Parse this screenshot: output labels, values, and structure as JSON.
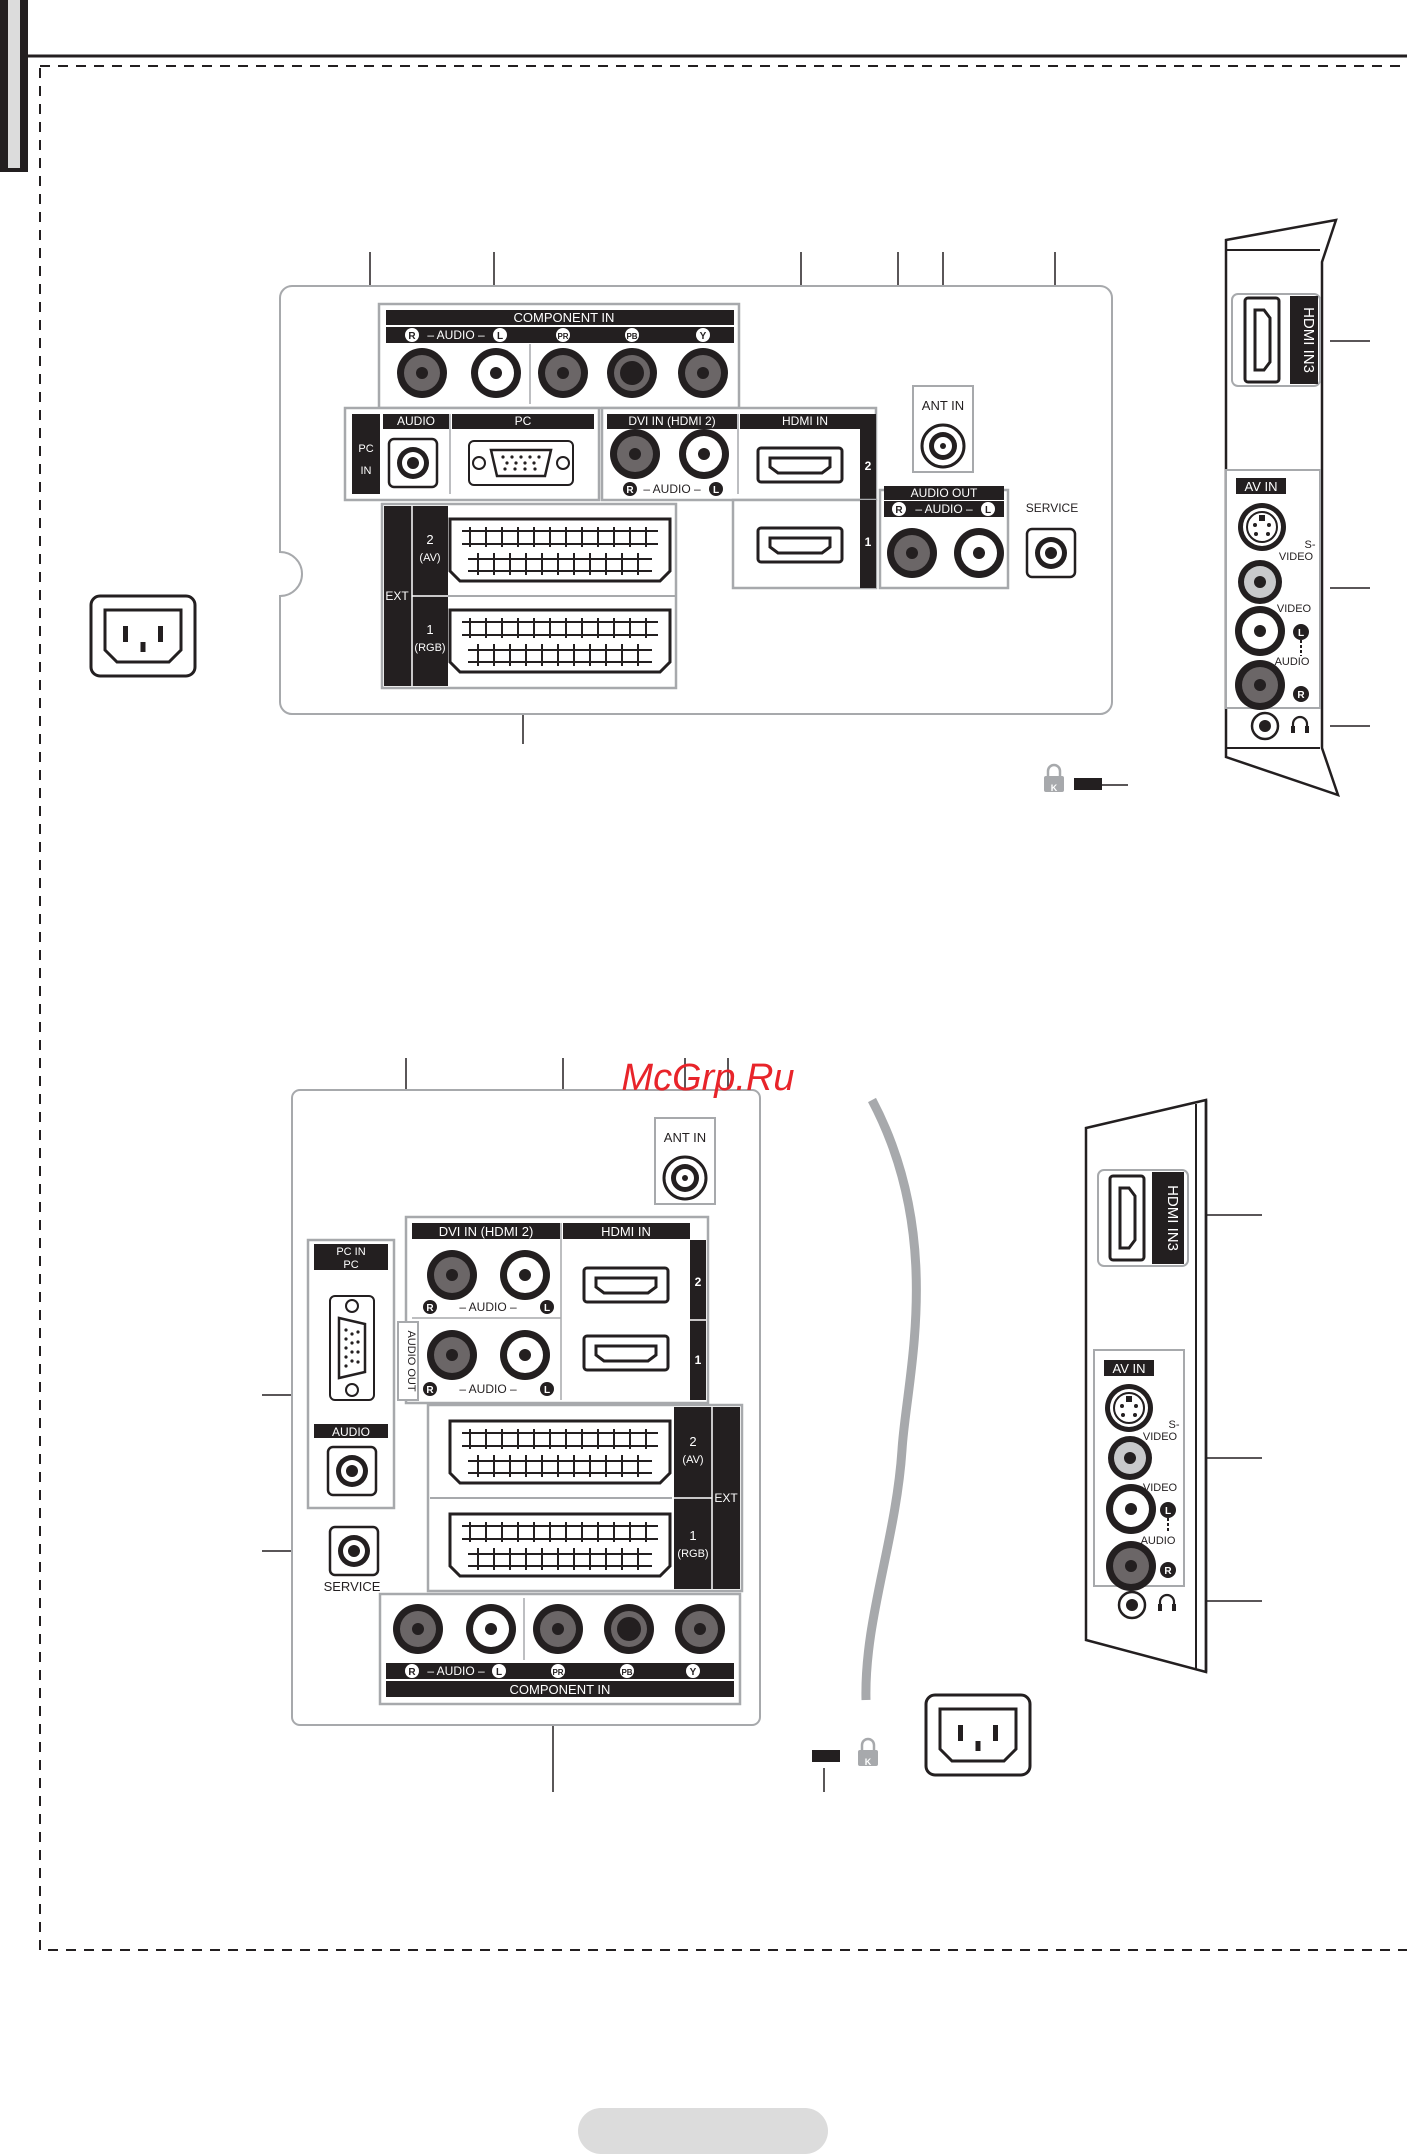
{
  "watermark": "McGrp.Ru",
  "colors": {
    "ink": "#231f20",
    "jack_dark": "#6b6667",
    "jack_light": "#ffffff",
    "panel_grey": "#a7a9ac",
    "watermark": "#e8242a",
    "page_tab": "#dcdcdc"
  },
  "labels": {
    "component_in": "COMPONENT IN",
    "audio_rl": "– AUDIO –",
    "r": "R",
    "l": "L",
    "pr": "PR",
    "pb": "PB",
    "y": "Y",
    "audio": "AUDIO",
    "pc": "PC",
    "pc_in": "PC IN",
    "dvi_in": "DVI IN (HDMI 2)",
    "hdmi_in": "HDMI IN",
    "n1": "1",
    "n2": "2",
    "ant_in": "ANT IN",
    "audio_out": "AUDIO OUT",
    "service": "SERVICE",
    "ext": "EXT",
    "av": "(AV)",
    "rgb": "(RGB)",
    "hdmi_in3": "HDMI IN3",
    "av_in": "AV IN",
    "s_video_a": "S-",
    "s_video_b": "VIDEO",
    "video": "VIDEO",
    "k": "K"
  },
  "icons": [
    "power-inlet-icon",
    "kensington-lock-icon",
    "headphone-icon",
    "hdmi-port-icon",
    "scart-port-icon",
    "vga-port-icon",
    "s-video-port-icon",
    "rca-jack-icon",
    "coax-port-icon",
    "mini-jack-icon"
  ]
}
